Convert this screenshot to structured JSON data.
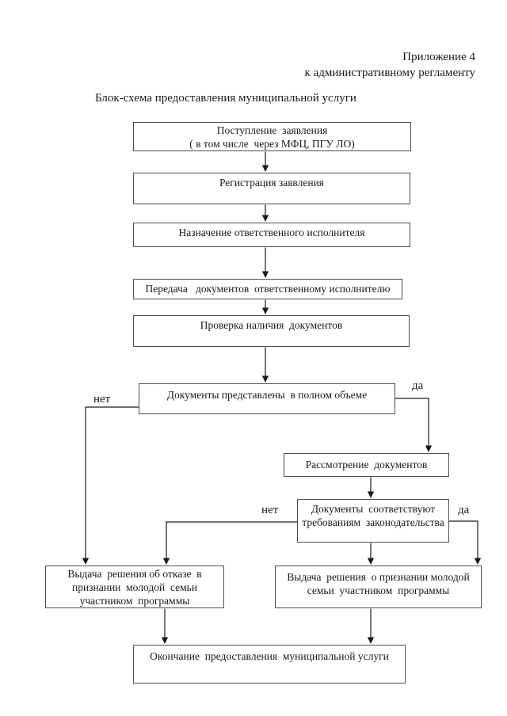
{
  "header": {
    "line1": "Приложение 4",
    "line2": "к административному регламенту"
  },
  "title": "Блок-схема предоставления муниципальной услуги",
  "nodes": {
    "start": "Поступление  заявления\n( в том числе  через МФЦ, ПГУ ЛО)",
    "register": "Регистрация заявления",
    "assign": "Назначение ответственного исполнителя",
    "transfer": "Передача   документов  ответственному исполнителю",
    "check": "Проверка наличия  документов",
    "complete_question": "Документы представлены  в полном объеме",
    "review": "Рассмотрение  документов",
    "comply_question": "Документы  соответствуют\nтребованиям  законодательства",
    "refusal": "Выдача  решения об отказе  в\nпризнании  молодой  семьи\nучастником  программы",
    "approval": "Выдача  решения  о признании молодой\nсемьи  участником  программы",
    "end": "Окончание  предоставления  муниципальной услуги"
  },
  "branch_labels": {
    "complete_no": "нет",
    "complete_yes": "да",
    "comply_no": "нет",
    "comply_yes": "да"
  },
  "colors": {
    "background": "#ffffff",
    "text": "#1a1a1a",
    "box_border": "#4d4d4d",
    "line": "#1a1a1a"
  }
}
